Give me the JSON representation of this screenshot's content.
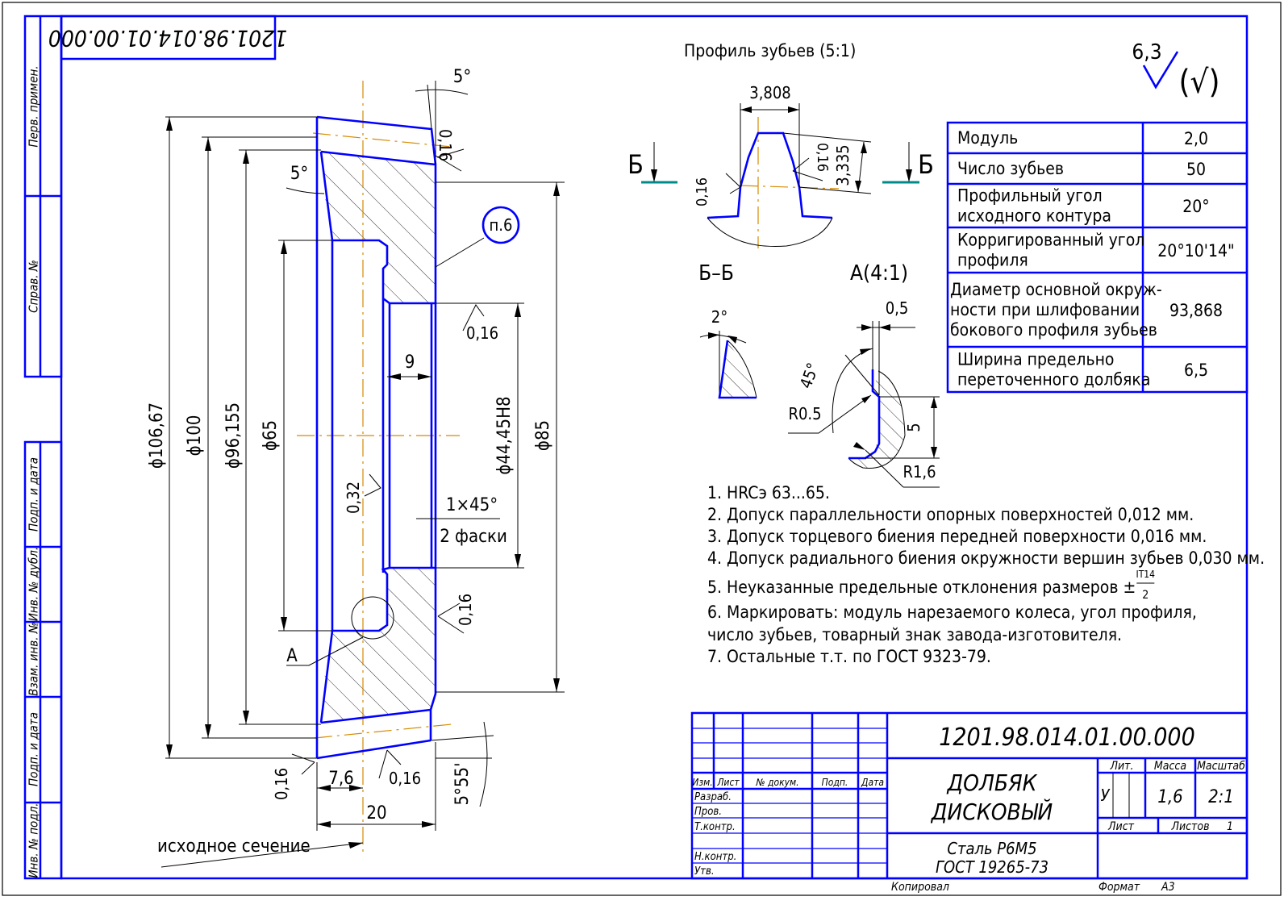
{
  "sheet": {
    "format_label": "Формат",
    "format_value": "A3",
    "copied_label": "Копировал",
    "rotated_designation": "1201.98.014.01.00.000"
  },
  "side_strip": {
    "top_cells": [
      "Перв. примен.",
      "Справ. №"
    ],
    "bottom_cells": [
      "Подп. и дата",
      "Инв. № дубл.",
      "Взам. инв. №",
      "Подп. и дата",
      "Инв. № подл."
    ]
  },
  "main_view": {
    "dimensions": {
      "d_outer": "ϕ106,67",
      "d_100": "ϕ100",
      "d_96": "ϕ96,155",
      "d_65": "ϕ65",
      "d_bore": "ϕ44,45H8",
      "d_85": "ϕ85",
      "width_9": "9",
      "width_7_6": "7,6",
      "width_20": "20",
      "angle_top": "5°",
      "angle_left": "5°",
      "angle_bottom": "5°55'",
      "chamfer": "1×45°",
      "chamfer_note": "2 фаски"
    },
    "roughness": {
      "r1": "0,16",
      "r2": "0,16",
      "r3": "0,32",
      "r4": "0,16",
      "r5": "0,16",
      "r6": "0,16"
    },
    "callout_A": "А",
    "callout_note": "п.6",
    "section_label": "исходное сечение"
  },
  "tooth_profile": {
    "title": "Профиль зубьев (5:1)",
    "width": "3,808",
    "height": "3,335",
    "rough_left": "0,16",
    "rough_right": "0,16",
    "section_mark": "Б"
  },
  "section_bb": {
    "title": "Б–Б",
    "angle": "2°"
  },
  "detail_a": {
    "title": "А(4:1)",
    "dim_0_5": "0,5",
    "angle": "45°",
    "r_small": "R0.5",
    "r_large": "R1,6",
    "height": "5"
  },
  "surface_finish": {
    "value": "6,3",
    "other_symbol": "(√)"
  },
  "params_table": {
    "rows": [
      {
        "label": [
          "Модуль"
        ],
        "value": "2,0"
      },
      {
        "label": [
          "Число зубьев"
        ],
        "value": "50"
      },
      {
        "label": [
          "Профильный угол",
          "исходного контура"
        ],
        "value": "20°"
      },
      {
        "label": [
          "Корригированный угол",
          "профиля"
        ],
        "value": "20°10'14\""
      },
      {
        "label": [
          "Диаметр основной окруж-",
          "ности при шлифовании",
          "бокового профиля зубьев"
        ],
        "value": "93,868"
      },
      {
        "label": [
          "Ширина предельно",
          "переточенного долбяка"
        ],
        "value": "6,5"
      }
    ]
  },
  "notes": [
    "1. HRCэ 63...65.",
    "2. Допуск параллельности опорных поверхностей 0,012 мм.",
    "3. Допуск торцевого биения передней поверхности 0,016 мм.",
    "4. Допуск радиального биения окружности вершин зубьев 0,030 мм.",
    "5. Неуказанные предельные отклонения размеров ±",
    "6.  Маркировать:  модуль  нарезаемого  колеса,  угол  профиля,",
    "число зубьев, товарный знак завода-изготовителя.",
    "7. Остальные т.т. по ГОСТ 9323-79."
  ],
  "note5_fraction": {
    "numerator": "IT14",
    "denominator": "2"
  },
  "title_block": {
    "designation": "1201.98.014.01.00.000",
    "name_line1": "ДОЛБЯК",
    "name_line2": "ДИСКОВЫЙ",
    "material_line1": "Сталь Р6М5",
    "material_line2": "ГОСТ 19265-73",
    "col_headers": [
      "Изм.",
      "Лист",
      "№ докум.",
      "Подп.",
      "Дата"
    ],
    "row_labels": [
      "Разраб.",
      "Пров.",
      "Т.контр.",
      "",
      "Н.контр.",
      "Утв."
    ],
    "lit_label": "Лит.",
    "lit_value": "У",
    "mass_label": "Масса",
    "mass_value": "1,6",
    "scale_label": "Масштаб",
    "scale_value": "2:1",
    "sheet_label": "Лист",
    "sheets_label": "Листов",
    "sheets_value": "1"
  }
}
